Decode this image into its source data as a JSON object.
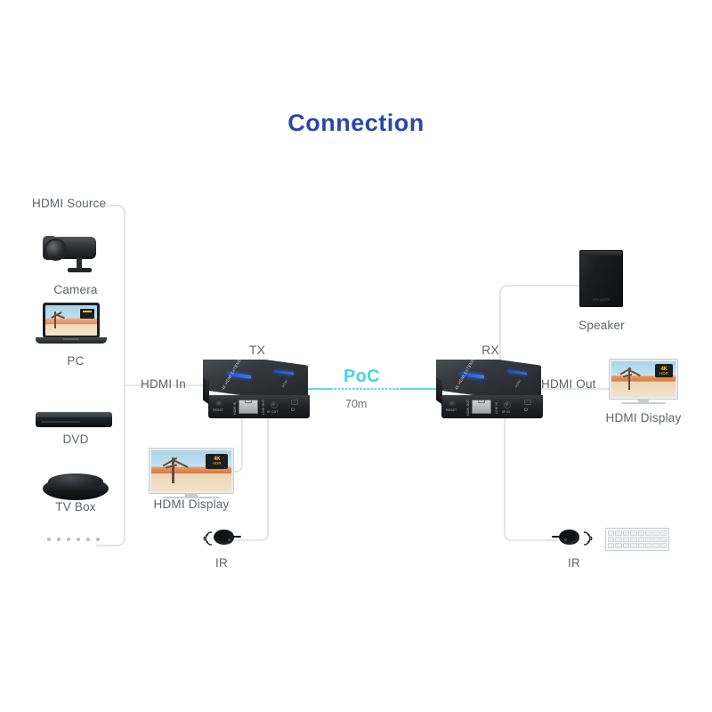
{
  "page": {
    "title": "Connection",
    "title_color": "#2b46a8",
    "background": "#ffffff"
  },
  "source_group": {
    "label": "HDMI Source",
    "items": [
      {
        "label": "Camera",
        "icon": "security-camera-icon"
      },
      {
        "label": "PC",
        "icon": "laptop-icon"
      },
      {
        "label": "DVD",
        "icon": "dvd-player-icon"
      },
      {
        "label": "TV Box",
        "icon": "tv-box-icon"
      }
    ],
    "more_indicator": "......"
  },
  "connections": {
    "hdmi_in": "HDMI In",
    "hdmi_out": "HDMI Out",
    "poc_label": "PoC",
    "poc_color": "#46d6e0",
    "distance": "70m"
  },
  "devices": {
    "tx": {
      "label": "TX",
      "brand_text": "4K HDMI EXTENDER",
      "front_ports": [
        {
          "name": "reset-button",
          "label": "RESET"
        },
        {
          "name": "hdmi-input-port",
          "label": "HDMI IN"
        },
        {
          "name": "rj45-port",
          "label": "LINK OUT"
        },
        {
          "name": "ir-out-jack",
          "label": "IR OUT"
        },
        {
          "name": "power-indicator",
          "label": ""
        }
      ]
    },
    "rx": {
      "label": "RX",
      "brand_text": "4K HDMI EXTENDER",
      "front_ports": [
        {
          "name": "reset-button",
          "label": "RESET"
        },
        {
          "name": "hdmi-output-port",
          "label": "HDMI OUT"
        },
        {
          "name": "rj45-port",
          "label": "LINK IN"
        },
        {
          "name": "ir-in-jack",
          "label": "IR IN"
        },
        {
          "name": "power-indicator",
          "label": ""
        }
      ]
    }
  },
  "peripherals": {
    "display_tx": {
      "label": "HDMI Display",
      "badge_top": "4K",
      "badge_bottom": "HDR"
    },
    "display_rx": {
      "label": "HDMI Display",
      "badge_top": "4K",
      "badge_bottom": "HDR"
    },
    "speaker": {
      "label": "Speaker"
    },
    "ir_tx": {
      "label": "IR"
    },
    "ir_rx": {
      "label": "IR"
    },
    "remote": {
      "name": "remote-control"
    }
  }
}
